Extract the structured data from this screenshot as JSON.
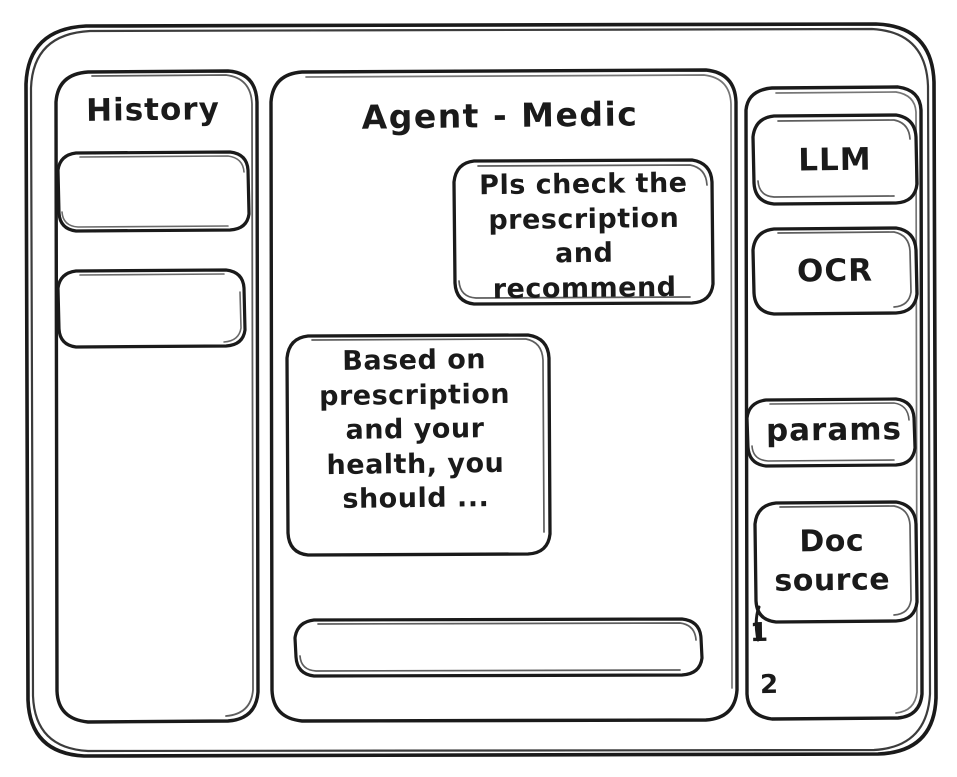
{
  "window": {
    "style": "hand-drawn-wireframe",
    "stroke_color": "#1a1a1a",
    "background_color": "#ffffff"
  },
  "sidebar_left": {
    "title": "History",
    "items": [
      {
        "label": "",
        "name": "history-item-1"
      },
      {
        "label": "",
        "name": "history-item-2"
      }
    ]
  },
  "main": {
    "title": "Agent - Medic",
    "messages": [
      {
        "role": "user",
        "text": "Pls check the\nprescription\nand recommend",
        "align": "right"
      },
      {
        "role": "assistant",
        "text": "Based on\nprescription\nand your\nhealth, you\nshould ...",
        "align": "left"
      }
    ],
    "composer": {
      "value": "",
      "placeholder": ""
    }
  },
  "sidebar_right": {
    "buttons": [
      {
        "label": "LLM",
        "name": "llm-button"
      },
      {
        "label": "OCR",
        "name": "ocr-button"
      },
      {
        "label": "params",
        "name": "params-button"
      }
    ],
    "doc_source": {
      "label": "Doc\nsource",
      "sources": [
        "1",
        "2"
      ]
    }
  }
}
